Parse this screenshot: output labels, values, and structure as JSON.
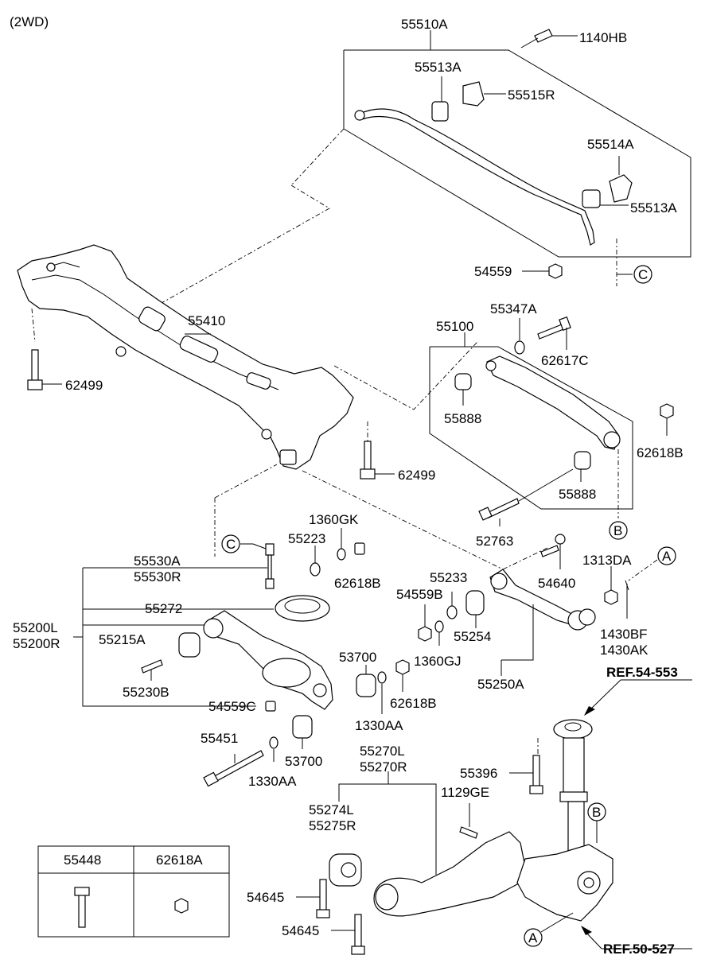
{
  "header": {
    "variant": "(2WD)"
  },
  "labels": {
    "l55510A": "55510A",
    "l1140HB": "1140HB",
    "l55513A_top": "55513A",
    "l55515R": "55515R",
    "l55514A": "55514A",
    "l55513A_right": "55513A",
    "l54559_top": "54559",
    "l55410": "55410",
    "l62499_left": "62499",
    "l62499_center": "62499",
    "l55347A": "55347A",
    "l55100": "55100",
    "l62617C": "62617C",
    "l55888_upper": "55888",
    "l62618B_right": "62618B",
    "l55888_lower": "55888",
    "l52763": "52763",
    "l1360GK": "1360GK",
    "l55223": "55223",
    "l55530A": "55530A",
    "l55530R": "55530R",
    "l62618B_mid": "62618B",
    "l55233": "55233",
    "l54640": "54640",
    "l1313DA": "1313DA",
    "l54559B": "54559B",
    "l55272": "55272",
    "l55200L": "55200L",
    "l55200R": "55200R",
    "l55215A": "55215A",
    "l55254": "55254",
    "l1430BF": "1430BF",
    "l1430AK": "1430AK",
    "l1360GJ": "1360GJ",
    "l53700_upper": "53700",
    "l55250A": "55250A",
    "l55230B": "55230B",
    "l54559C": "54559C",
    "l62618B_low": "62618B",
    "l1330AA_right": "1330AA",
    "l55451": "55451",
    "l53700_lower": "53700",
    "l1330AA_left": "1330AA",
    "l55270L": "55270L",
    "l55270R": "55270R",
    "l55396": "55396",
    "l1129GE": "1129GE",
    "l55274L": "55274L",
    "l55275R": "55275R",
    "l54645_upper": "54645",
    "l54645_lower": "54645"
  },
  "references": {
    "ref_strut": "REF.54-553",
    "ref_knuckle": "REF.50-527"
  },
  "callouts": {
    "c_top": "C",
    "c_mid": "C",
    "b_mid": "B",
    "b_low": "B",
    "a_mid": "A",
    "a_low": "A"
  },
  "legend_table": {
    "col1_header": "55448",
    "col2_header": "62618A"
  }
}
